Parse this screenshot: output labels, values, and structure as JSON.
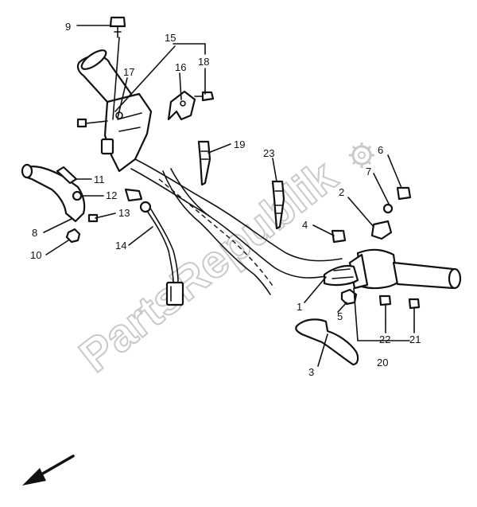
{
  "watermark": "PartsRepublik",
  "labels": {
    "p1": "1",
    "p2": "2",
    "p3": "3",
    "p4": "4",
    "p5": "5",
    "p6": "6",
    "p7": "7",
    "p8": "8",
    "p9": "9",
    "p10": "10",
    "p11": "11",
    "p12": "12",
    "p13": "13",
    "p14": "14",
    "p15": "15",
    "p16": "16",
    "p17": "17",
    "p18": "18",
    "p19": "19",
    "p20": "20",
    "p21": "21",
    "p22": "22",
    "p23": "23"
  },
  "colors": {
    "ink": "#111111",
    "watermark": "#c9c9c9"
  },
  "icons": {
    "front": "arrow-left-down-icon",
    "logo": "gear-icon"
  }
}
